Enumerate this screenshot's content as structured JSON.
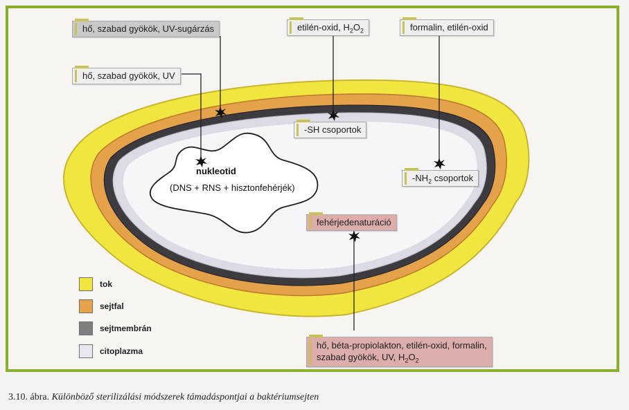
{
  "colors": {
    "frame": "#8cae2f",
    "tok": "#f1e640",
    "sejtfal": "#e6a24a",
    "sejtmembran": "#7f7e80",
    "citoplazma": "#e9e8ef",
    "label_gray": "#c9c9c9",
    "label_pink": "#dcadaa"
  },
  "labels": {
    "uv_sugarzas": "hő, szabad gyökök, UV-sugárzás",
    "uv": "hő, szabad gyökök, UV",
    "etilen_h2o2": {
      "text": "etilén-oxid, H",
      "sub": "2",
      "mid": "O",
      "sub2": "2"
    },
    "formalin_etilen": "formalin, etilén-oxid",
    "sh": "-SH csoportok",
    "nh2": {
      "pre": "-NH",
      "sub": "2",
      "post": " csoportok"
    },
    "feherjedenat": "fehérjedenaturáció",
    "bottom": {
      "line1": "hő, béta-propiolakton, etilén-oxid, formalin,",
      "line2_pre": "szabad gyökök, UV, H",
      "sub": "2",
      "mid": "O",
      "sub2": "2"
    }
  },
  "nucleoid": {
    "title": "nukleotid",
    "subtitle": "(DNS + RNS + hisztonfehérjék)"
  },
  "legend": [
    {
      "name": "tok",
      "label": "tok",
      "color": "#f1e640"
    },
    {
      "name": "sejtfal",
      "label": "sejtfal",
      "color": "#e6a24a"
    },
    {
      "name": "sejtmembran",
      "label": "sejtmembrán",
      "color": "#7f7e80"
    },
    {
      "name": "citoplazma",
      "label": "citoplazma",
      "color": "#e9e8ef"
    }
  ],
  "caption": {
    "number": "3.10. ábra. ",
    "text": "Különböző sterilizálási módszerek támadáspontjai a baktériumsejten"
  }
}
